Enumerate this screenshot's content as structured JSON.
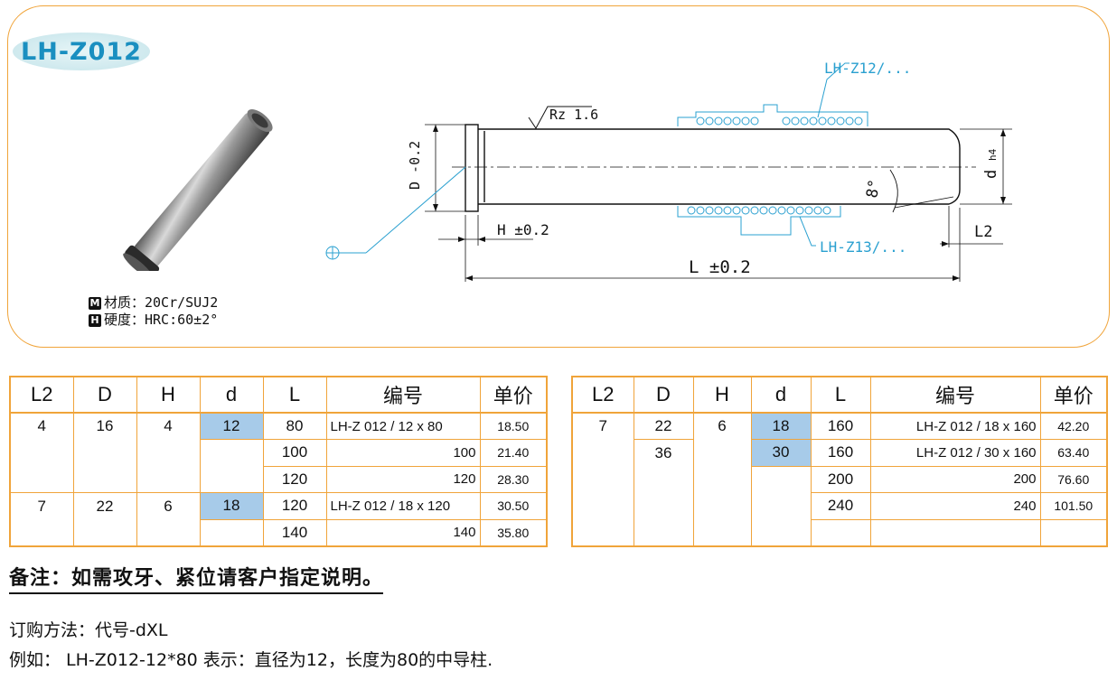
{
  "header": {
    "badge": "LH-Z012"
  },
  "material": {
    "material_marker": "M",
    "material_text": "材质：20Cr/SUJ2",
    "hardness_marker": "H",
    "hardness_text": "硬度：HRC:60±2°"
  },
  "drawing": {
    "lh_z12": "LH-Z12/...",
    "lh_z13": "LH-Z13/...",
    "roughness": "Rz 1.6",
    "d_tol": "D  -0.2",
    "d_label": "d",
    "d_fit": "h4",
    "h_label": "H ±0.2",
    "l_label": "L ±0.2",
    "l2_label": "L2",
    "angle": "8°"
  },
  "table1": {
    "headers": [
      "L2",
      "D",
      "H",
      "d",
      "L",
      "编号",
      "单价"
    ],
    "rows": [
      {
        "l2": "4",
        "D": "16",
        "H": "4",
        "d": "12",
        "L": "80",
        "code": "LH-Z 012 / 12 x   80",
        "price": "18.50"
      },
      {
        "L": "100",
        "code": "100",
        "price": "21.40"
      },
      {
        "L": "120",
        "code": "120",
        "price": "28.30"
      },
      {
        "l2": "7",
        "D": "22",
        "H": "6",
        "d": "18",
        "L": "120",
        "code": "LH-Z 012 / 18 x 120",
        "price": "30.50"
      },
      {
        "L": "140",
        "code": "140",
        "price": "35.80"
      }
    ]
  },
  "table2": {
    "headers": [
      "L2",
      "D",
      "H",
      "d",
      "L",
      "编号",
      "单价"
    ],
    "rows": [
      {
        "l2": "7",
        "D": "22",
        "H": "6",
        "d": "18",
        "L": "160",
        "code": "LH-Z 012 / 18 x 160",
        "price": "42.20"
      },
      {
        "D": "36",
        "d": "30",
        "L": "160",
        "code": "LH-Z 012 / 30 x 160",
        "price": "63.40"
      },
      {
        "L": "200",
        "code": "200",
        "price": "76.60"
      },
      {
        "L": "240",
        "code": "240",
        "price": "101.50"
      }
    ]
  },
  "note": "备注：如需攻牙、紧位请客户指定说明。",
  "order_method": "订购方法：代号-dXL",
  "example": "例如：  LH-Z012-12*80 表示：直径为12，长度为80的中导柱."
}
